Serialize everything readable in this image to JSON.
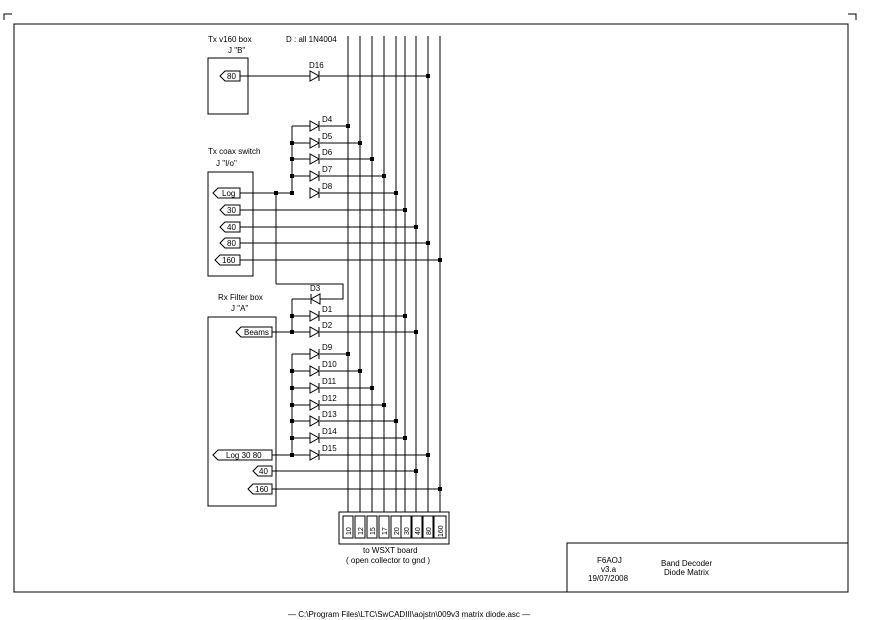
{
  "footer": {
    "path": "— C:\\Program Files\\LTC\\SwCADIII\\aojstn\\009v3 matrix diode.asc —"
  },
  "title_block": {
    "author": "F6AOJ",
    "version": "v3.a",
    "date": "19/07/2008",
    "title_line1": "Band Decoder",
    "title_line2": "Diode Matrix"
  },
  "diode_note": "D : all 1N4004",
  "boxes": {
    "tx_v160": {
      "title": "Tx v160 box",
      "connector": "J \"B\""
    },
    "tx_coax": {
      "title": "Tx coax switch",
      "connector": "J \"I/o\""
    },
    "rx_filter": {
      "title": "Rx Filter box",
      "connector": "J \"A\""
    }
  },
  "ports": {
    "b_80": "80",
    "io_log": "Log",
    "io_30": "30",
    "io_40": "40",
    "io_80": "80",
    "io_160": "160",
    "a_beams": "Beams",
    "a_log": "Log  30  80",
    "a_40": "40",
    "a_160": "160"
  },
  "bus_labels": [
    "10",
    "12",
    "15",
    "17",
    "20",
    "30",
    "40",
    "80",
    "160"
  ],
  "bus_caption": [
    "to WSXT board",
    "( open collector to gnd )"
  ],
  "diodes": {
    "d16": "D16",
    "d4": "D4",
    "d5": "D5",
    "d6": "D6",
    "d7": "D7",
    "d8": "D8",
    "d3": "D3",
    "d1": "D1",
    "d2": "D2",
    "d9": "D9",
    "d10": "D10",
    "d11": "D11",
    "d12": "D12",
    "d13": "D13",
    "d14": "D14",
    "d15": "D15"
  }
}
